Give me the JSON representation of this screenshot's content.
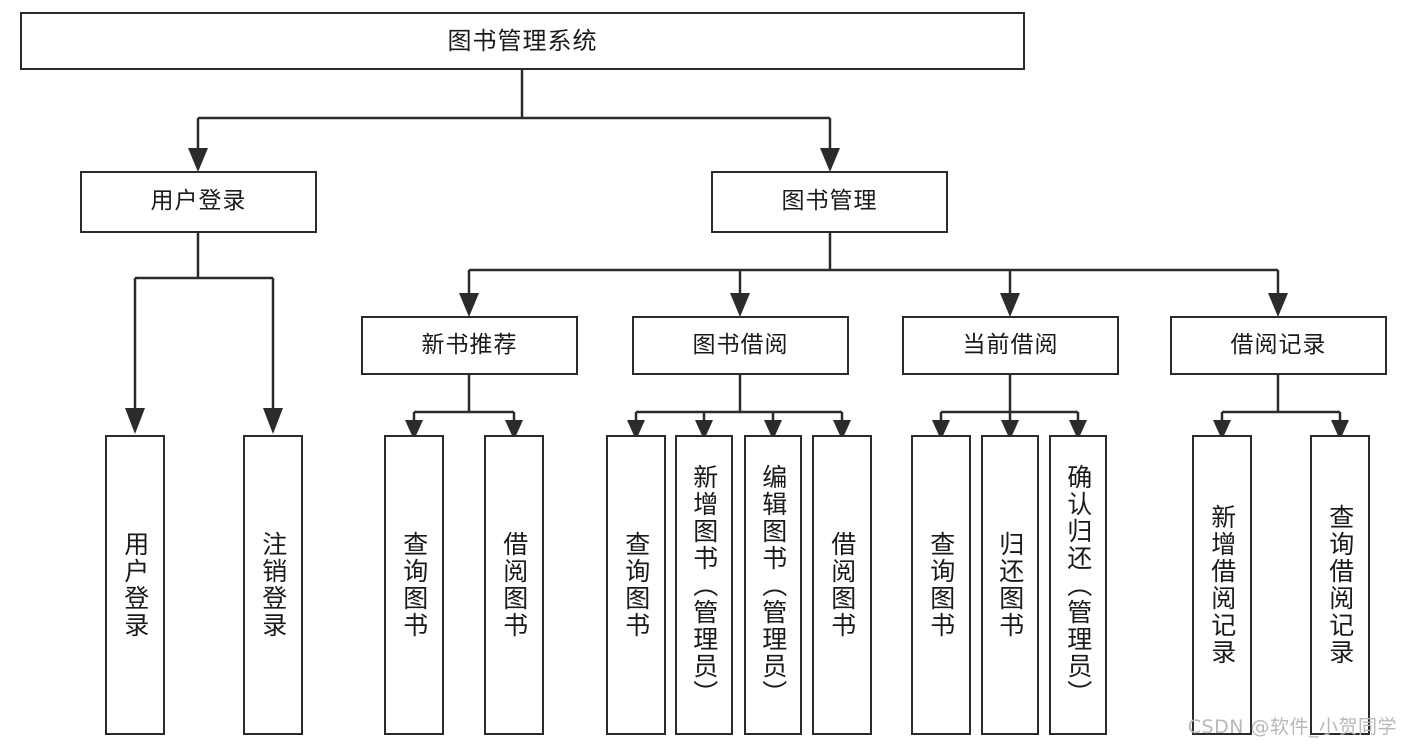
{
  "diagram": {
    "type": "tree-hierarchy",
    "title": "图书管理系统",
    "watermark": "CSDN @软件_小贺同学",
    "colors": {
      "border": "#2b2b2b",
      "background": "#ffffff",
      "text": "#1a1a1a",
      "watermark": "#b8b8b8"
    },
    "levels": {
      "root": "图书管理系统",
      "level2": [
        "用户登录",
        "图书管理"
      ],
      "level3": [
        "新书推荐",
        "图书借阅",
        "当前借阅",
        "借阅记录"
      ]
    },
    "nodes": {
      "root": {
        "label": "图书管理系统"
      },
      "user_login": {
        "label": "用户登录"
      },
      "book_manage": {
        "label": "图书管理"
      },
      "new_book_rec": {
        "label": "新书推荐"
      },
      "book_borrow": {
        "label": "图书借阅"
      },
      "current_borrow": {
        "label": "当前借阅"
      },
      "borrow_record": {
        "label": "借阅记录"
      },
      "leaf_user_login": {
        "label": "用户登录"
      },
      "leaf_logout": {
        "label": "注销登录"
      },
      "leaf_query_book_1": {
        "label": "查询图书"
      },
      "leaf_borrow_book_1": {
        "label": "借阅图书"
      },
      "leaf_query_book_2": {
        "label": "查询图书"
      },
      "leaf_add_book": {
        "label": "新增图书（管理员）"
      },
      "leaf_edit_book": {
        "label": "编辑图书（管理员）"
      },
      "leaf_borrow_book_2": {
        "label": "借阅图书"
      },
      "leaf_query_book_3": {
        "label": "查询图书"
      },
      "leaf_return_book": {
        "label": "归还图书"
      },
      "leaf_confirm_return": {
        "label": "确认归还（管理员）"
      },
      "leaf_add_record": {
        "label": "新增借阅记录"
      },
      "leaf_query_record": {
        "label": "查询借阅记录"
      }
    },
    "edges": [
      {
        "from": "root",
        "to": "user_login"
      },
      {
        "from": "root",
        "to": "book_manage"
      },
      {
        "from": "user_login",
        "to": "leaf_user_login"
      },
      {
        "from": "user_login",
        "to": "leaf_logout"
      },
      {
        "from": "book_manage",
        "to": "new_book_rec"
      },
      {
        "from": "book_manage",
        "to": "book_borrow"
      },
      {
        "from": "book_manage",
        "to": "current_borrow"
      },
      {
        "from": "book_manage",
        "to": "borrow_record"
      },
      {
        "from": "new_book_rec",
        "to": "leaf_query_book_1"
      },
      {
        "from": "new_book_rec",
        "to": "leaf_borrow_book_1"
      },
      {
        "from": "book_borrow",
        "to": "leaf_query_book_2"
      },
      {
        "from": "book_borrow",
        "to": "leaf_add_book"
      },
      {
        "from": "book_borrow",
        "to": "leaf_edit_book"
      },
      {
        "from": "book_borrow",
        "to": "leaf_borrow_book_2"
      },
      {
        "from": "current_borrow",
        "to": "leaf_query_book_3"
      },
      {
        "from": "current_borrow",
        "to": "leaf_return_book"
      },
      {
        "from": "current_borrow",
        "to": "leaf_confirm_return"
      },
      {
        "from": "borrow_record",
        "to": "leaf_add_record"
      },
      {
        "from": "borrow_record",
        "to": "leaf_query_record"
      }
    ]
  }
}
